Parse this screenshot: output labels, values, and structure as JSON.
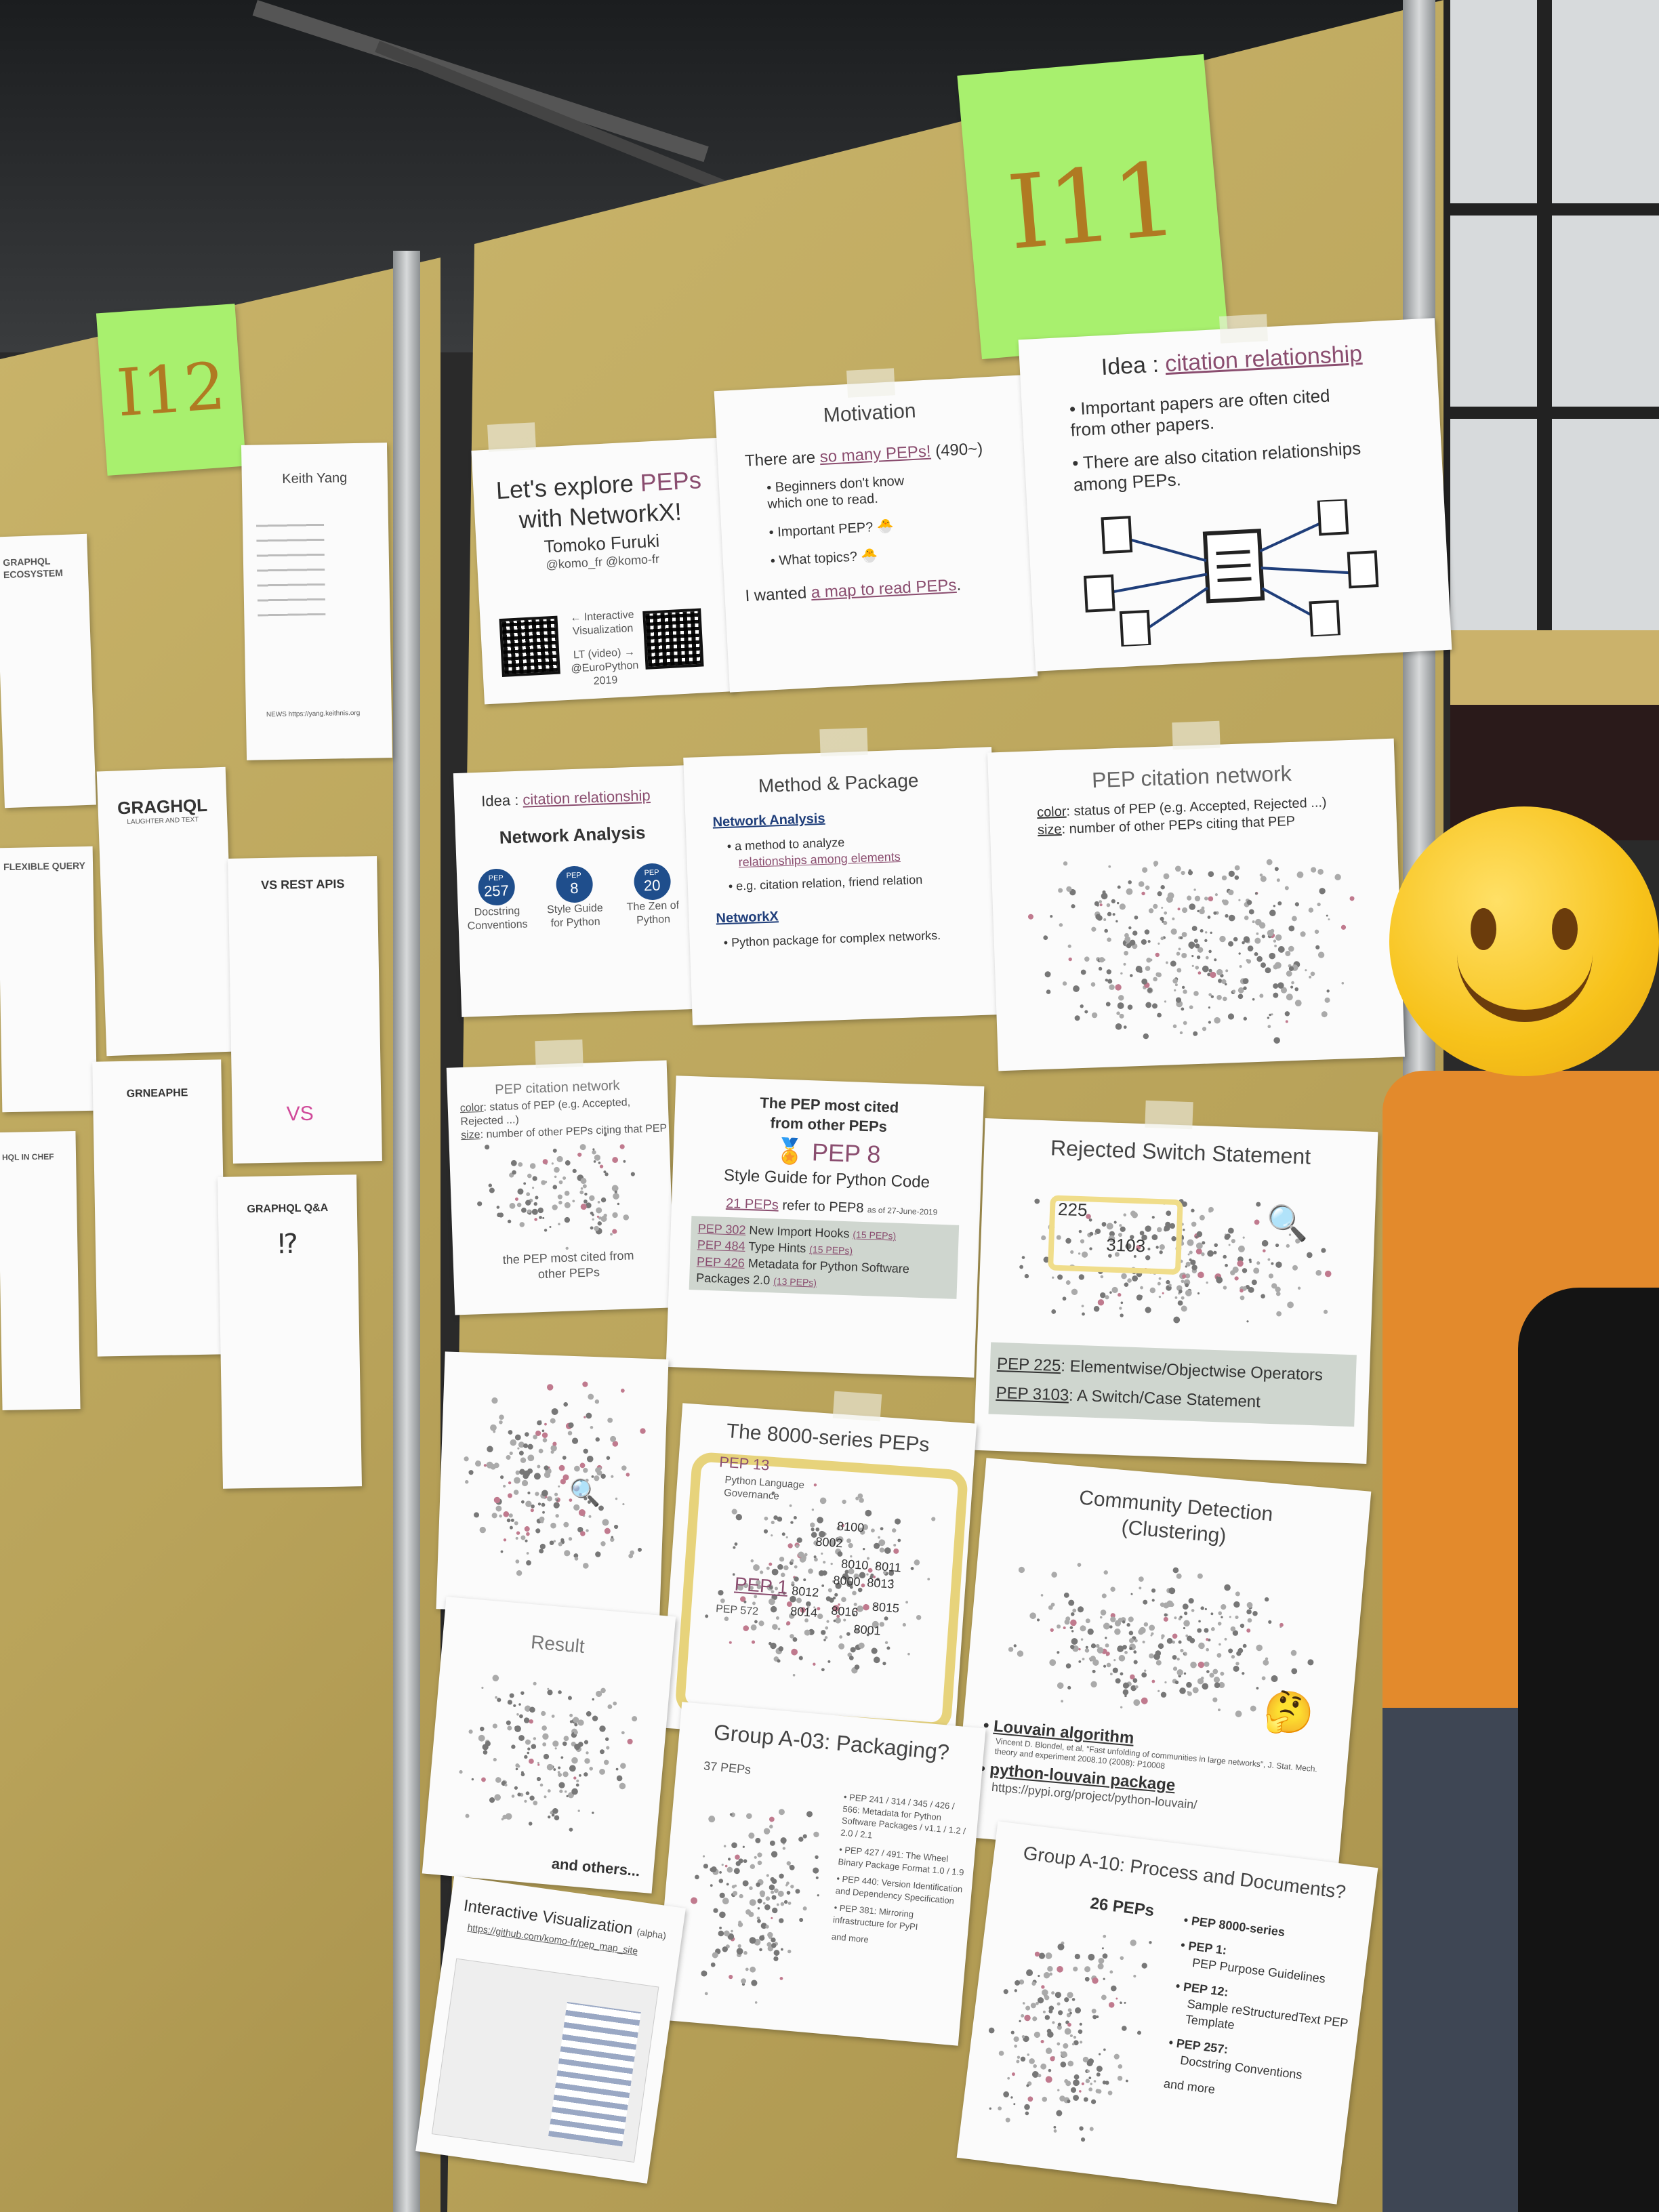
{
  "stickies": {
    "left": "I12",
    "main": "I11"
  },
  "posters": {
    "title": {
      "title_a": "Let's explore ",
      "title_b": "PEPs",
      "title_c": "with NetworkX!",
      "author": "Tomoko Furuki",
      "handles": "@komo_fr  @komo-fr",
      "center_note": "← Interactive Visualization",
      "video_note": "LT (video) → @EuroPython 2019"
    },
    "motivation": {
      "heading": "Motivation",
      "line1_a": "There are ",
      "line1_b": "so many PEPs!",
      "line1_c": " (490~)",
      "b1": "Beginners don't know which one to read.",
      "b2": "Important PEP?",
      "b3": "What topics?",
      "closing_a": "I wanted ",
      "closing_b": "a map to read PEPs",
      "closing_c": "."
    },
    "idea": {
      "heading_a": "Idea : ",
      "heading_b": "citation relationship",
      "b1": "Important papers are often cited from other papers.",
      "b2": "There are also citation relationships among PEPs."
    },
    "network_analysis": {
      "heading_a": "Idea : ",
      "heading_b": "citation relationship",
      "title": "Network Analysis",
      "peps": [
        {
          "tag": "PEP",
          "num": "257",
          "label": "Docstring Conventions"
        },
        {
          "tag": "PEP",
          "num": "8",
          "label": "Style Guide for Python"
        },
        {
          "tag": "PEP",
          "num": "20",
          "label": "The Zen of Python"
        }
      ]
    },
    "method": {
      "heading": "Method & Package",
      "s1": "Network Analysis",
      "s1a": "a method to analyze",
      "s1b": "relationships among elements",
      "s1c": "e.g. citation relation, friend relation",
      "s2": "NetworkX",
      "s2a": "Python package for complex networks."
    },
    "citation_network": {
      "heading": "PEP citation network",
      "color_a": "color",
      "color_b": ": status of PEP (e.g. Accepted, Rejected ...)",
      "size_a": "size",
      "size_b": ": number of other PEPs citing that PEP"
    },
    "citation_network_small": {
      "heading": "PEP citation network",
      "color_a": "color",
      "color_b": ": status of PEP (e.g. Accepted, Rejected ...)",
      "size_a": "size",
      "size_b": ": number of other PEPs citing that PEP",
      "note": "the PEP most cited from other PEPs"
    },
    "most_cited": {
      "heading1": "The PEP most cited",
      "heading2": "from other PEPs",
      "pep": "PEP 8",
      "subtitle": "Style Guide for Python Code",
      "count_a": "21 PEPs",
      "count_b": " refer to PEP8",
      "asof": "as of 27-June-2019",
      "rows": [
        {
          "pep": "PEP 302",
          "text": "New Import Hooks",
          "count": "(15 PEPs)"
        },
        {
          "pep": "PEP 484",
          "text": "Type Hints",
          "count": "(15 PEPs)"
        },
        {
          "pep": "PEP 426",
          "text": "Metadata for Python Software Packages 2.0",
          "count": "(13 PEPs)"
        }
      ]
    },
    "rejected": {
      "heading": "Rejected Switch Statement",
      "n1": "225",
      "n2": "3103",
      "row1_a": "PEP 225",
      "row1_b": ": Elementwise/Objectwise Operators",
      "row2_a": "PEP 3103",
      "row2_b": ": A Switch/Case Statement"
    },
    "series8000": {
      "heading": "The 8000-series PEPs",
      "pep13": "PEP 13",
      "governance": "Python Language Governance",
      "pep1": "PEP 1",
      "pep572": "PEP 572",
      "nums": [
        "8100",
        "8002",
        "8010",
        "8011",
        "8000",
        "8013",
        "8012",
        "8014",
        "8016",
        "8015",
        "8001"
      ]
    },
    "community": {
      "heading1": "Community Detection",
      "heading2": "(Clustering)",
      "b1": "Louvain algorithm",
      "b1_cite": "Vincent D. Blondel, et al. \"Fast unfolding of communities in large networks\", J. Stat. Mech. theory and experiment 2008.10 (2008): P10008",
      "b2": "python-louvain package",
      "b2_url": "https://pypi.org/project/python-louvain/"
    },
    "result": {
      "heading": "Result",
      "footer": "and others..."
    },
    "groupA03": {
      "heading": "Group A-03: Packaging?",
      "count": "37 PEPs",
      "b1": "PEP 241 / 314 / 345 / 426 / 566: Metadata for Python Software Packages / v1.1 / 1.2 / 2.0 / 2.1",
      "b2": "PEP 427 / 491: The Wheel Binary Package Format 1.0 / 1.9",
      "b3": "PEP 440: Version Identification and Dependency Specification",
      "b4": "PEP 381: Mirroring infrastructure for PyPI",
      "more": "and more"
    },
    "groupA10": {
      "heading": "Group A-10: Process and Documents?",
      "count": "26 PEPs",
      "b1": "PEP 8000-series",
      "b2a": "PEP 1:",
      "b2b": "PEP Purpose Guidelines",
      "b3a": "PEP 12:",
      "b3b": "Sample reStructuredText PEP Template",
      "b4a": "PEP 257:",
      "b4b": "Docstring Conventions",
      "more": "and more"
    },
    "interactive": {
      "heading_a": "Interactive Visualization",
      "heading_b": "(alpha)",
      "url": "https://github.com/komo-fr/pep_map_site"
    }
  },
  "left_posters": {
    "keith": {
      "name": "Keith Yang",
      "footer": "NEWS https://yang.keithnis.org"
    },
    "ecosystem": {
      "title": "GRAPHQL ECOSYSTEM"
    },
    "laughter": {
      "title": "GRAGHQL",
      "subtitle": "LAUGHTER AND TEXT"
    },
    "flexible": {
      "title": "FLEXIBLE QUERY"
    },
    "rest": {
      "title": "VS REST APIS",
      "vs": "VS"
    },
    "grneaphe": {
      "title": "GRNEAPHE"
    },
    "qa": {
      "title": "GRAPHQL Q&A",
      "mark": "⁉"
    },
    "chef": {
      "title": "HQL IN CHEF"
    }
  },
  "colors": {
    "accent_purple": "#8a4d6f",
    "pep_blue": "#1f4e8c",
    "sticky_green": "#a8f06e",
    "board": "#c3ad63"
  }
}
